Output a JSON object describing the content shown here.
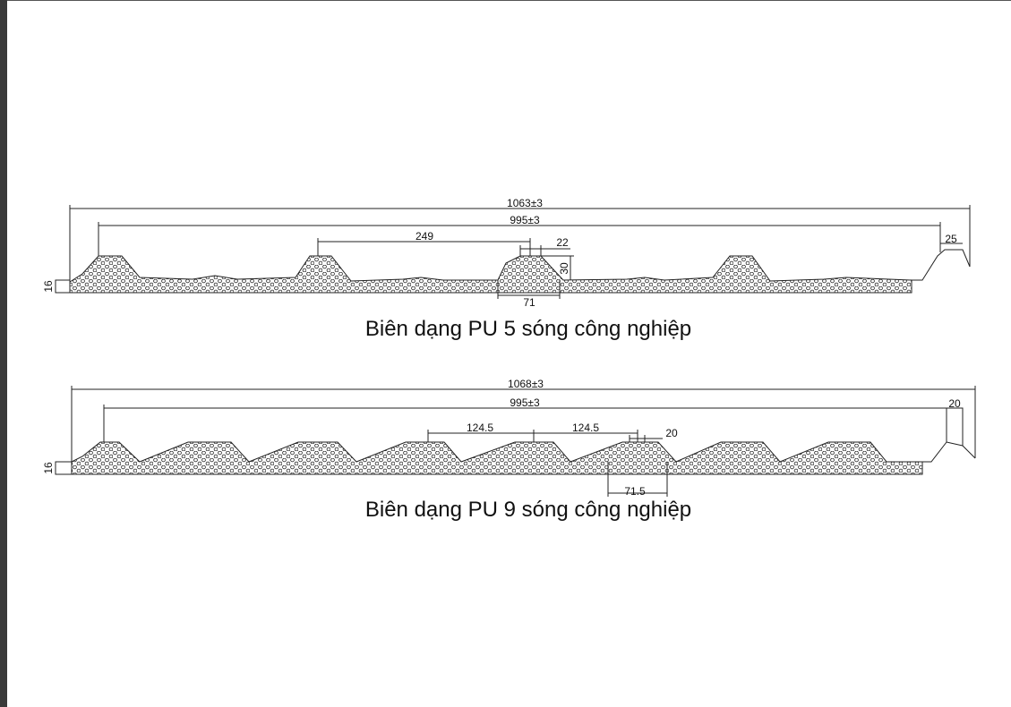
{
  "profiles": [
    {
      "title": "Biên dạng PU 5 sóng công nghiệp",
      "dims": {
        "overall": "1063±3",
        "effective": "995±3",
        "pitch": "249",
        "rib_top": "22",
        "rib_height": "30",
        "rib_base": "71",
        "thickness": "16",
        "lap": "25"
      }
    },
    {
      "title": "Biên dạng PU 9 sóng công nghiệp",
      "dims": {
        "overall": "1068±3",
        "effective": "995±3",
        "pitch_a": "124.5",
        "pitch_b": "124.5",
        "rib_top": "20",
        "rib_base": "71.5",
        "thickness": "16",
        "lap": "20"
      }
    }
  ]
}
